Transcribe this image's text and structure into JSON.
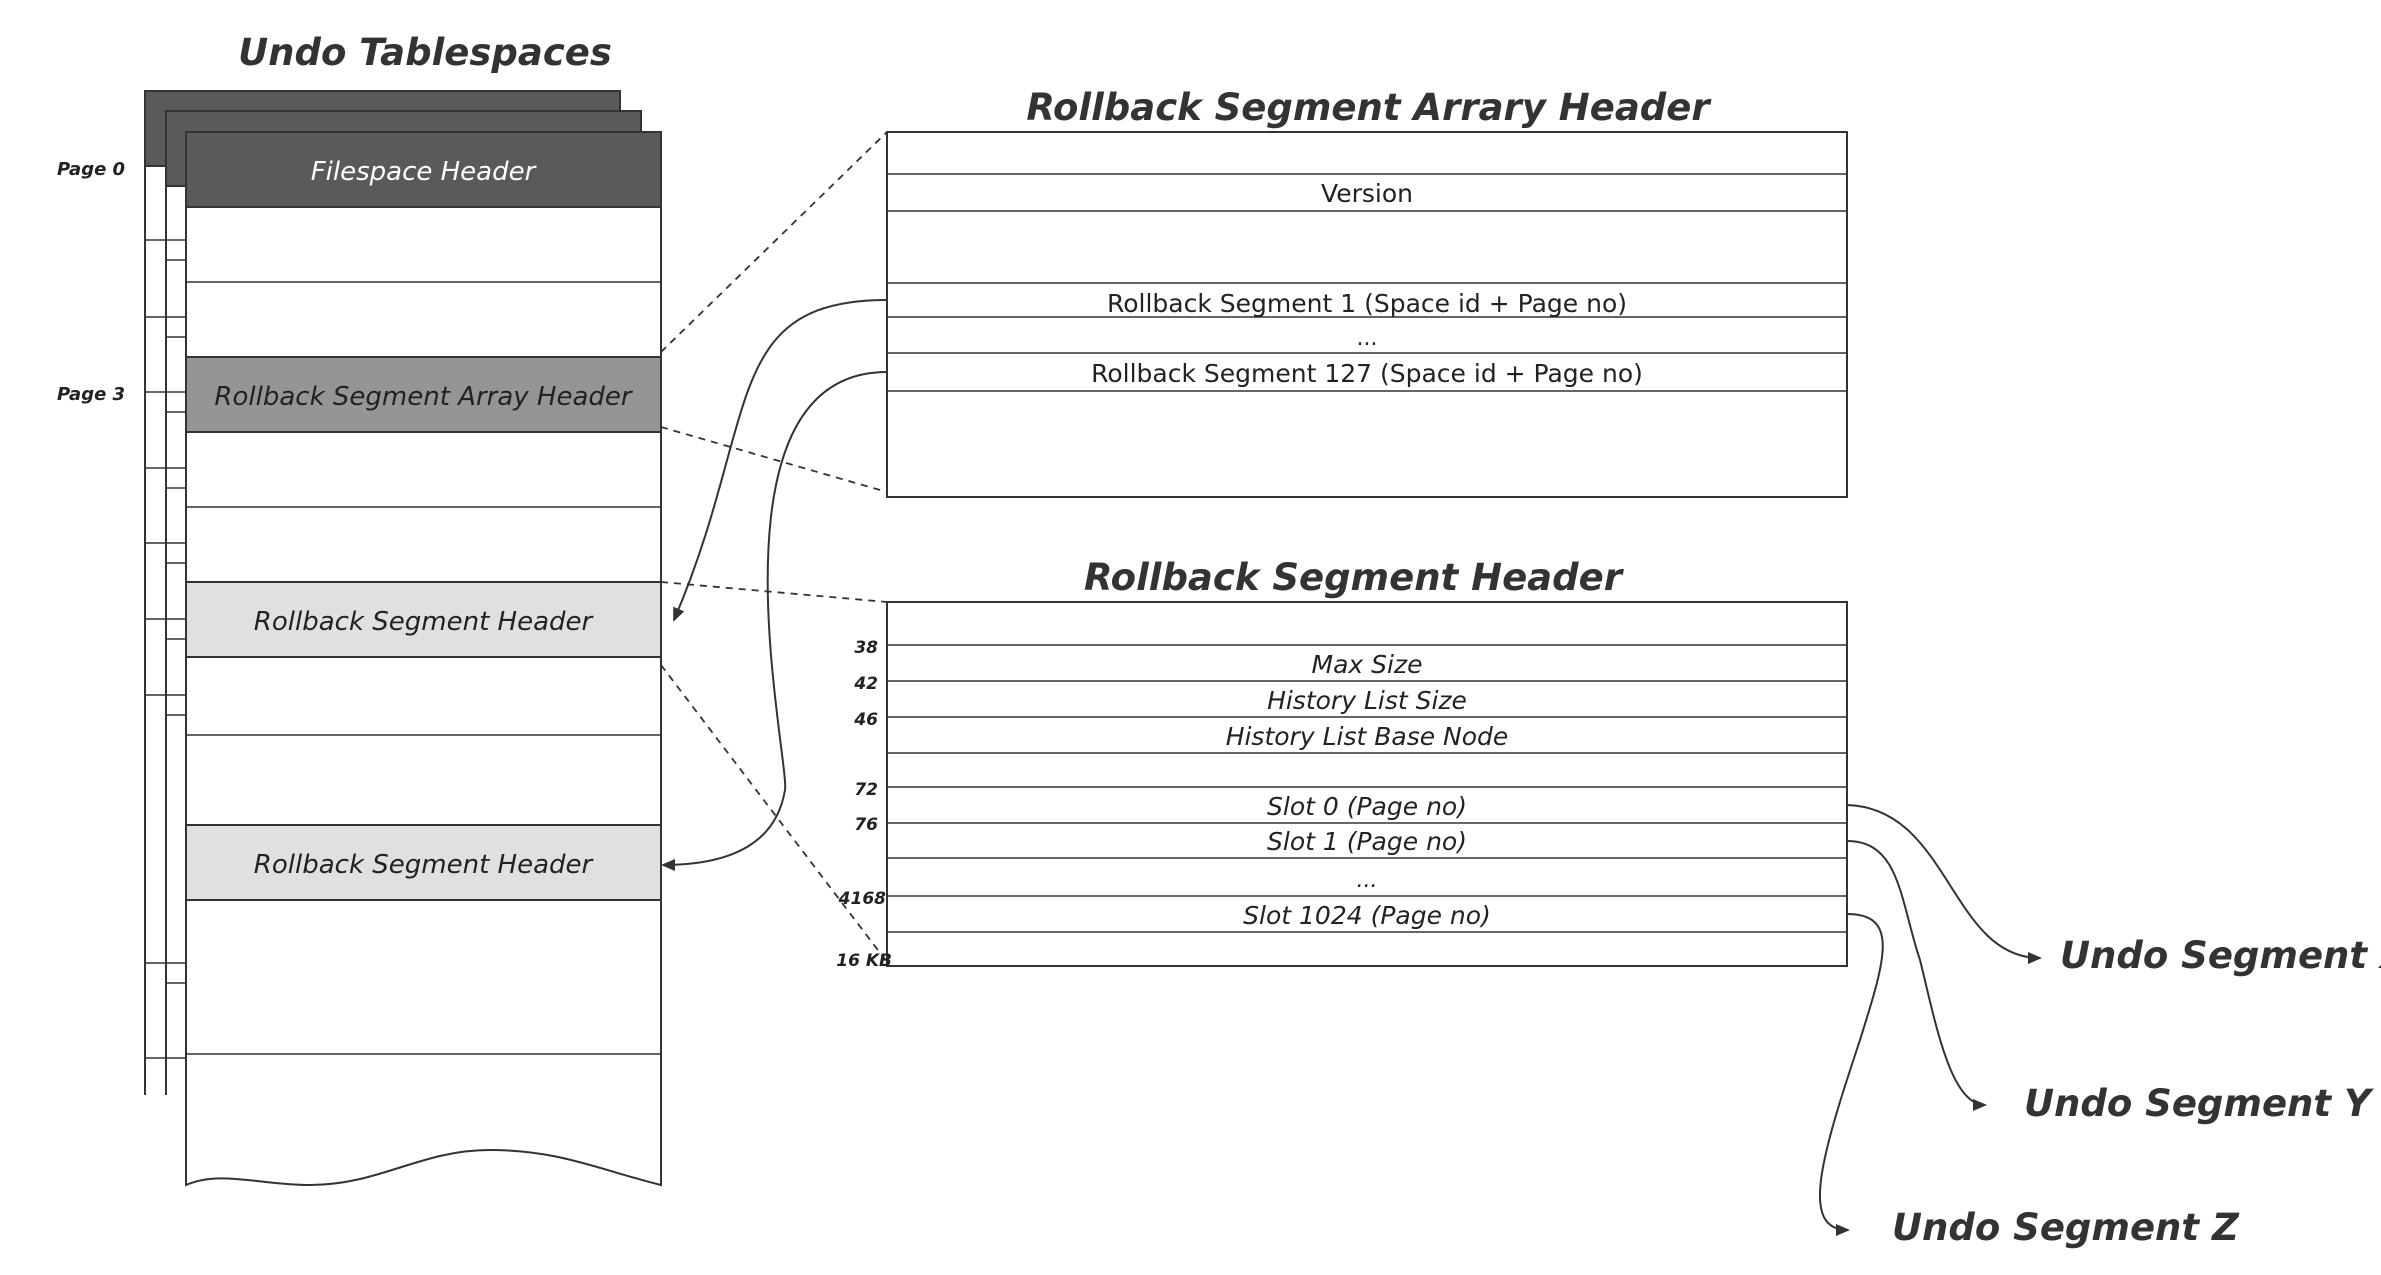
{
  "titles": {
    "undo_tablespaces": "Undo Tablespaces",
    "rseg_array_header": "Rollback Segment Arrary Header",
    "rseg_header": "Rollback Segment Header"
  },
  "page_labels": {
    "page0": "Page 0",
    "page3": "Page 3"
  },
  "tablespace_pages": {
    "filespace_header": "Filespace Header",
    "rseg_array_header": "Rollback Segment Array Header",
    "rseg_header_1": "Rollback Segment Header",
    "rseg_header_2": "Rollback Segment Header"
  },
  "colors": {
    "filespace_fill": "#5a5a5a",
    "array_fill": "#959595",
    "rseg_fill": "#e0e0e0",
    "stroke": "#333333"
  },
  "array_fields": {
    "version": "Version",
    "rseg_1": "Rollback Segment 1 (Space id + Page no)",
    "ellipsis": "...",
    "rseg_127": "Rollback Segment 127 (Space id + Page no)"
  },
  "rseg_fields": {
    "max_size": "Max Size",
    "history_list_size": "History List Size",
    "history_list_base_node": "History List Base Node",
    "slot_0": "Slot 0 (Page no)",
    "slot_1": "Slot 1 (Page no)",
    "ellipsis": "...",
    "slot_1024": "Slot 1024 (Page no)"
  },
  "offsets": {
    "o38": "38",
    "o42": "42",
    "o46": "46",
    "o72": "72",
    "o76": "76",
    "o4168": "4168",
    "o16kb": "16 KB"
  },
  "undo_segments": {
    "x": "Undo Segment X",
    "y": "Undo Segment Y",
    "z": "Undo Segment Z"
  }
}
